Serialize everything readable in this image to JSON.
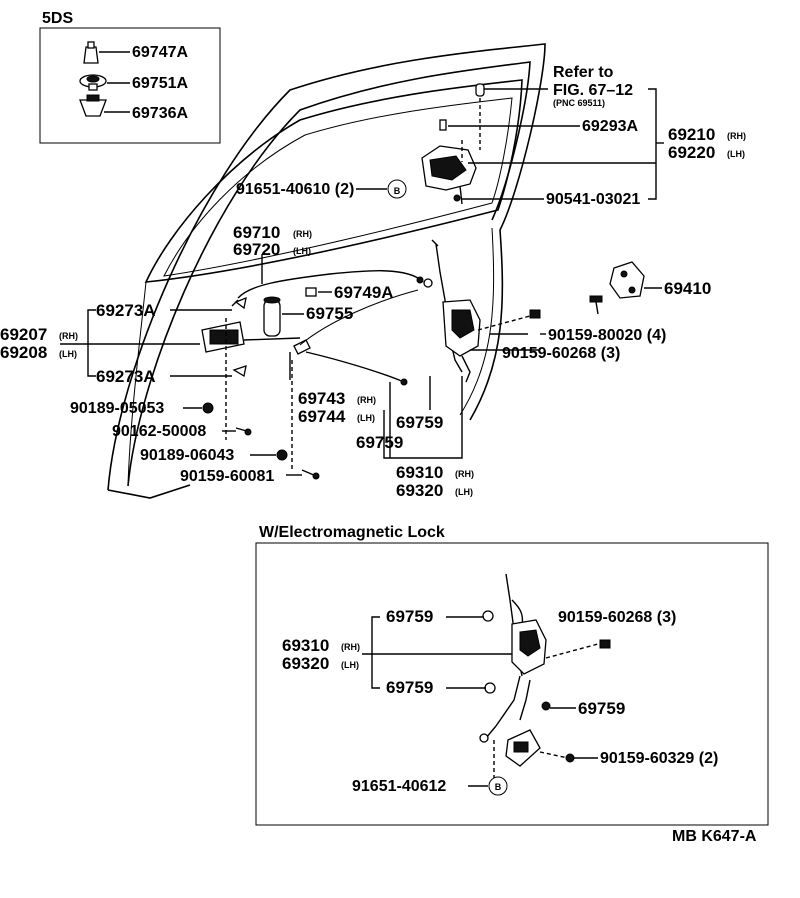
{
  "header": {
    "model_code": "5DS"
  },
  "refer": {
    "line1": "Refer to",
    "line2": "FIG. 67–12",
    "pnc": "(PNC 69511)"
  },
  "inset": {
    "title": "W/Electromagnetic Lock",
    "labels": {
      "p69759_a": "69759",
      "p90159_60268": "90159-60268 (3)",
      "p69310": "69310",
      "p69320": "69320",
      "p69759_b": "69759",
      "p69759_c": "69759",
      "p90159_60329": "90159-60329 (2)",
      "p91651_40612": "91651-40612"
    }
  },
  "labels": {
    "p69747A": "69747A",
    "p69751A": "69751A",
    "p69736A": "69736A",
    "p69293A": "69293A",
    "p69210": "69210",
    "p69220": "69220",
    "p91651_40610": "91651-40610 (2)",
    "p90541_03021": "90541-03021",
    "p69710": "69710",
    "p69720": "69720",
    "p69410": "69410",
    "p69273A_top": "69273A",
    "p69749A": "69749A",
    "p69755": "69755",
    "p90159_80020": "90159-80020 (4)",
    "p69207": "69207",
    "p69208": "69208",
    "p90159_60268": "90159-60268 (3)",
    "p69273A_bot": "69273A",
    "p69743": "69743",
    "p69744": "69744",
    "p90189_05053": "90189-05053",
    "p69759_a": "69759",
    "p90162_50008": "90162-50008",
    "p69759_b": "69759",
    "p90189_06043": "90189-06043",
    "p69310": "69310",
    "p90159_60081": "90159-60081",
    "p69320": "69320"
  },
  "suffix": {
    "rh": "(RH)",
    "lh": "(LH)"
  },
  "circle_b": "B",
  "footer": {
    "code": "MB K647-A"
  }
}
